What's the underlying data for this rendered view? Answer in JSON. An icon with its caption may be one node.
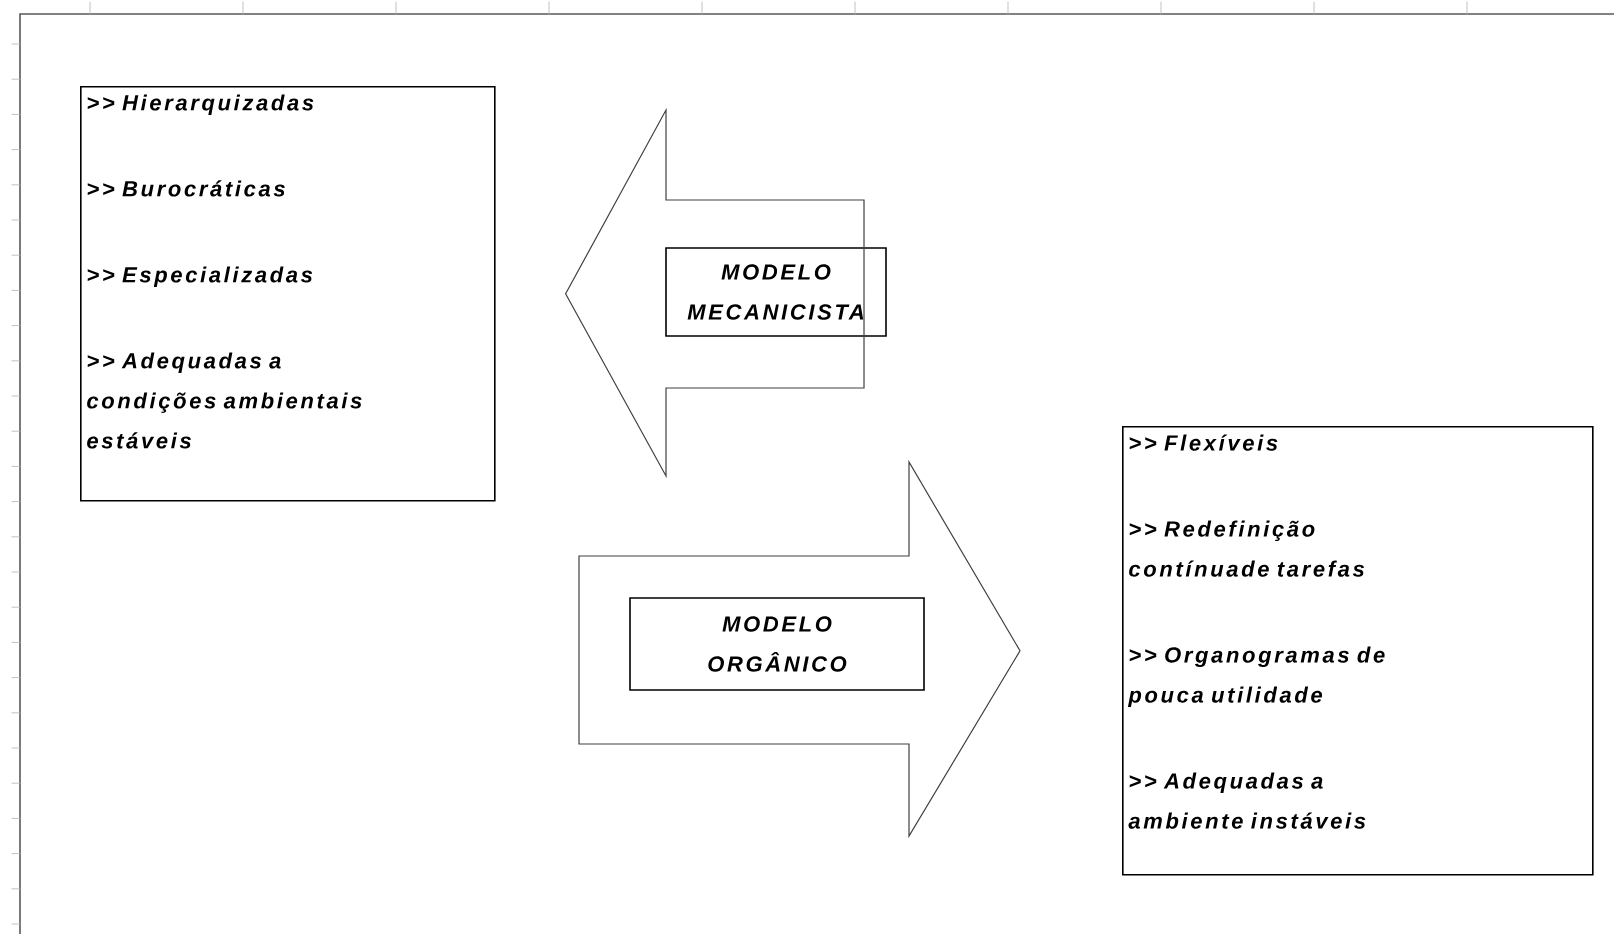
{
  "diagram": {
    "nodes": [
      {
        "text": [
          ">> Hierarquizadas",
          ">> Burocráticas",
          ">> Especializadas",
          ">> Adequadas a condições ambientais estáveis"
        ]
      },
      {
        "text": [
          "MODELO MECANICISTA"
        ]
      },
      {
        "text": [
          "MODELO ORGÂNICO"
        ]
      },
      {
        "text": [
          ">> Flexíveis",
          ">> Redefinição contínuade tarefas",
          ">> Organogramas de pouca utilidade",
          ">> Adequadas a ambiente instáveis"
        ]
      }
    ],
    "edges": [
      {
        "from": 1,
        "to": 0,
        "arrow": "to"
      },
      {
        "from": 2,
        "to": 3,
        "arrow": "to"
      }
    ]
  }
}
